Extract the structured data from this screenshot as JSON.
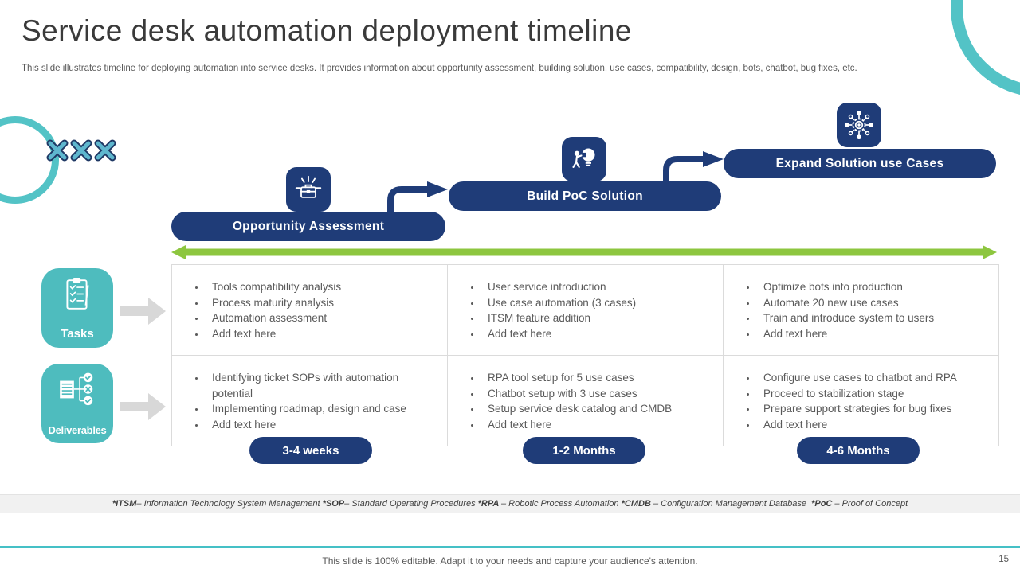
{
  "slide": {
    "title": "Service desk automation deployment timeline",
    "subtitle": "This slide illustrates timeline for deploying automation into service desks. It provides information about opportunity assessment, building solution, use cases, compatibility, design, bots, chatbot, bug fixes, etc.",
    "caption": "This slide is 100% editable. Adapt it to your needs and capture your audience's attention.",
    "page_number": "15"
  },
  "colors": {
    "navy": "#1f3c78",
    "teal": "#4ebcbe",
    "green": "#8dc63f",
    "text_gray": "#595959"
  },
  "phases": [
    {
      "label": "Opportunity Assessment",
      "icon": "opportunity-briefcase-icon"
    },
    {
      "label": "Build PoC Solution",
      "icon": "build-idea-icon"
    },
    {
      "label": "Expand Solution use Cases",
      "icon": "network-hub-icon"
    }
  ],
  "durations": [
    "3-4 weeks",
    "1-2 Months",
    "4-6 Months"
  ],
  "row_labels": [
    "Tasks",
    "Deliverables"
  ],
  "matrix": {
    "tasks": [
      [
        "Tools compatibility analysis",
        "Process maturity analysis",
        "Automation assessment",
        "Add text here"
      ],
      [
        "User service introduction",
        "Use case automation (3 cases)",
        "ITSM feature addition",
        "Add text here"
      ],
      [
        "Optimize bots into production",
        "Automate 20 new use cases",
        "Train and introduce system to users",
        "Add text here"
      ]
    ],
    "deliverables": [
      [
        "Identifying ticket SOPs with automation potential",
        "Implementing roadmap, design and case",
        "Add text here"
      ],
      [
        "RPA tool setup for 5 use cases",
        "Chatbot setup with 3 use cases",
        "Setup service desk catalog and CMDB",
        "Add text here"
      ],
      [
        "Configure use cases to chatbot and RPA",
        "Proceed to stabilization stage",
        "Prepare support strategies for bug fixes",
        "Add text here"
      ]
    ]
  },
  "glossary": [
    {
      "bold": true,
      "text": "*ITSM"
    },
    {
      "bold": false,
      "text": "– Information Technology System Management "
    },
    {
      "bold": true,
      "text": "*SOP"
    },
    {
      "bold": false,
      "text": "– Standard Operating Procedures "
    },
    {
      "bold": true,
      "text": "*RPA "
    },
    {
      "bold": false,
      "text": "– Robotic Process Automation "
    },
    {
      "bold": true,
      "text": "*CMDB "
    },
    {
      "bold": false,
      "text": "– Configuration Management Database  "
    },
    {
      "bold": true,
      "text": "*PoC "
    },
    {
      "bold": false,
      "text": "– Proof of Concept"
    }
  ]
}
